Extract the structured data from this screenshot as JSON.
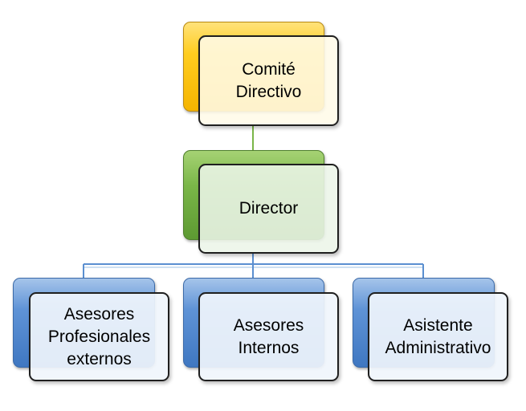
{
  "diagram": {
    "nodes": {
      "committee": {
        "label": "Comité\nDirectivo",
        "color": "#ffc000"
      },
      "director": {
        "label": "Director",
        "color": "#70ad47"
      },
      "external_advisors": {
        "label": "Asesores\nProfesionales\nexternos",
        "color": "#4f86d0"
      },
      "internal_advisors": {
        "label": "Asesores\nInternos",
        "color": "#4f86d0"
      },
      "admin_assistant": {
        "label": "Asistente\nAdministrativo",
        "color": "#4f86d0"
      }
    },
    "edges": [
      {
        "from": "committee",
        "to": "director",
        "color": "#7ab648"
      },
      {
        "from": "director",
        "to": "external_advisors",
        "color": "#5b8fd0"
      },
      {
        "from": "director",
        "to": "internal_advisors",
        "color": "#5b8fd0"
      },
      {
        "from": "director",
        "to": "admin_assistant",
        "color": "#5b8fd0"
      }
    ]
  }
}
